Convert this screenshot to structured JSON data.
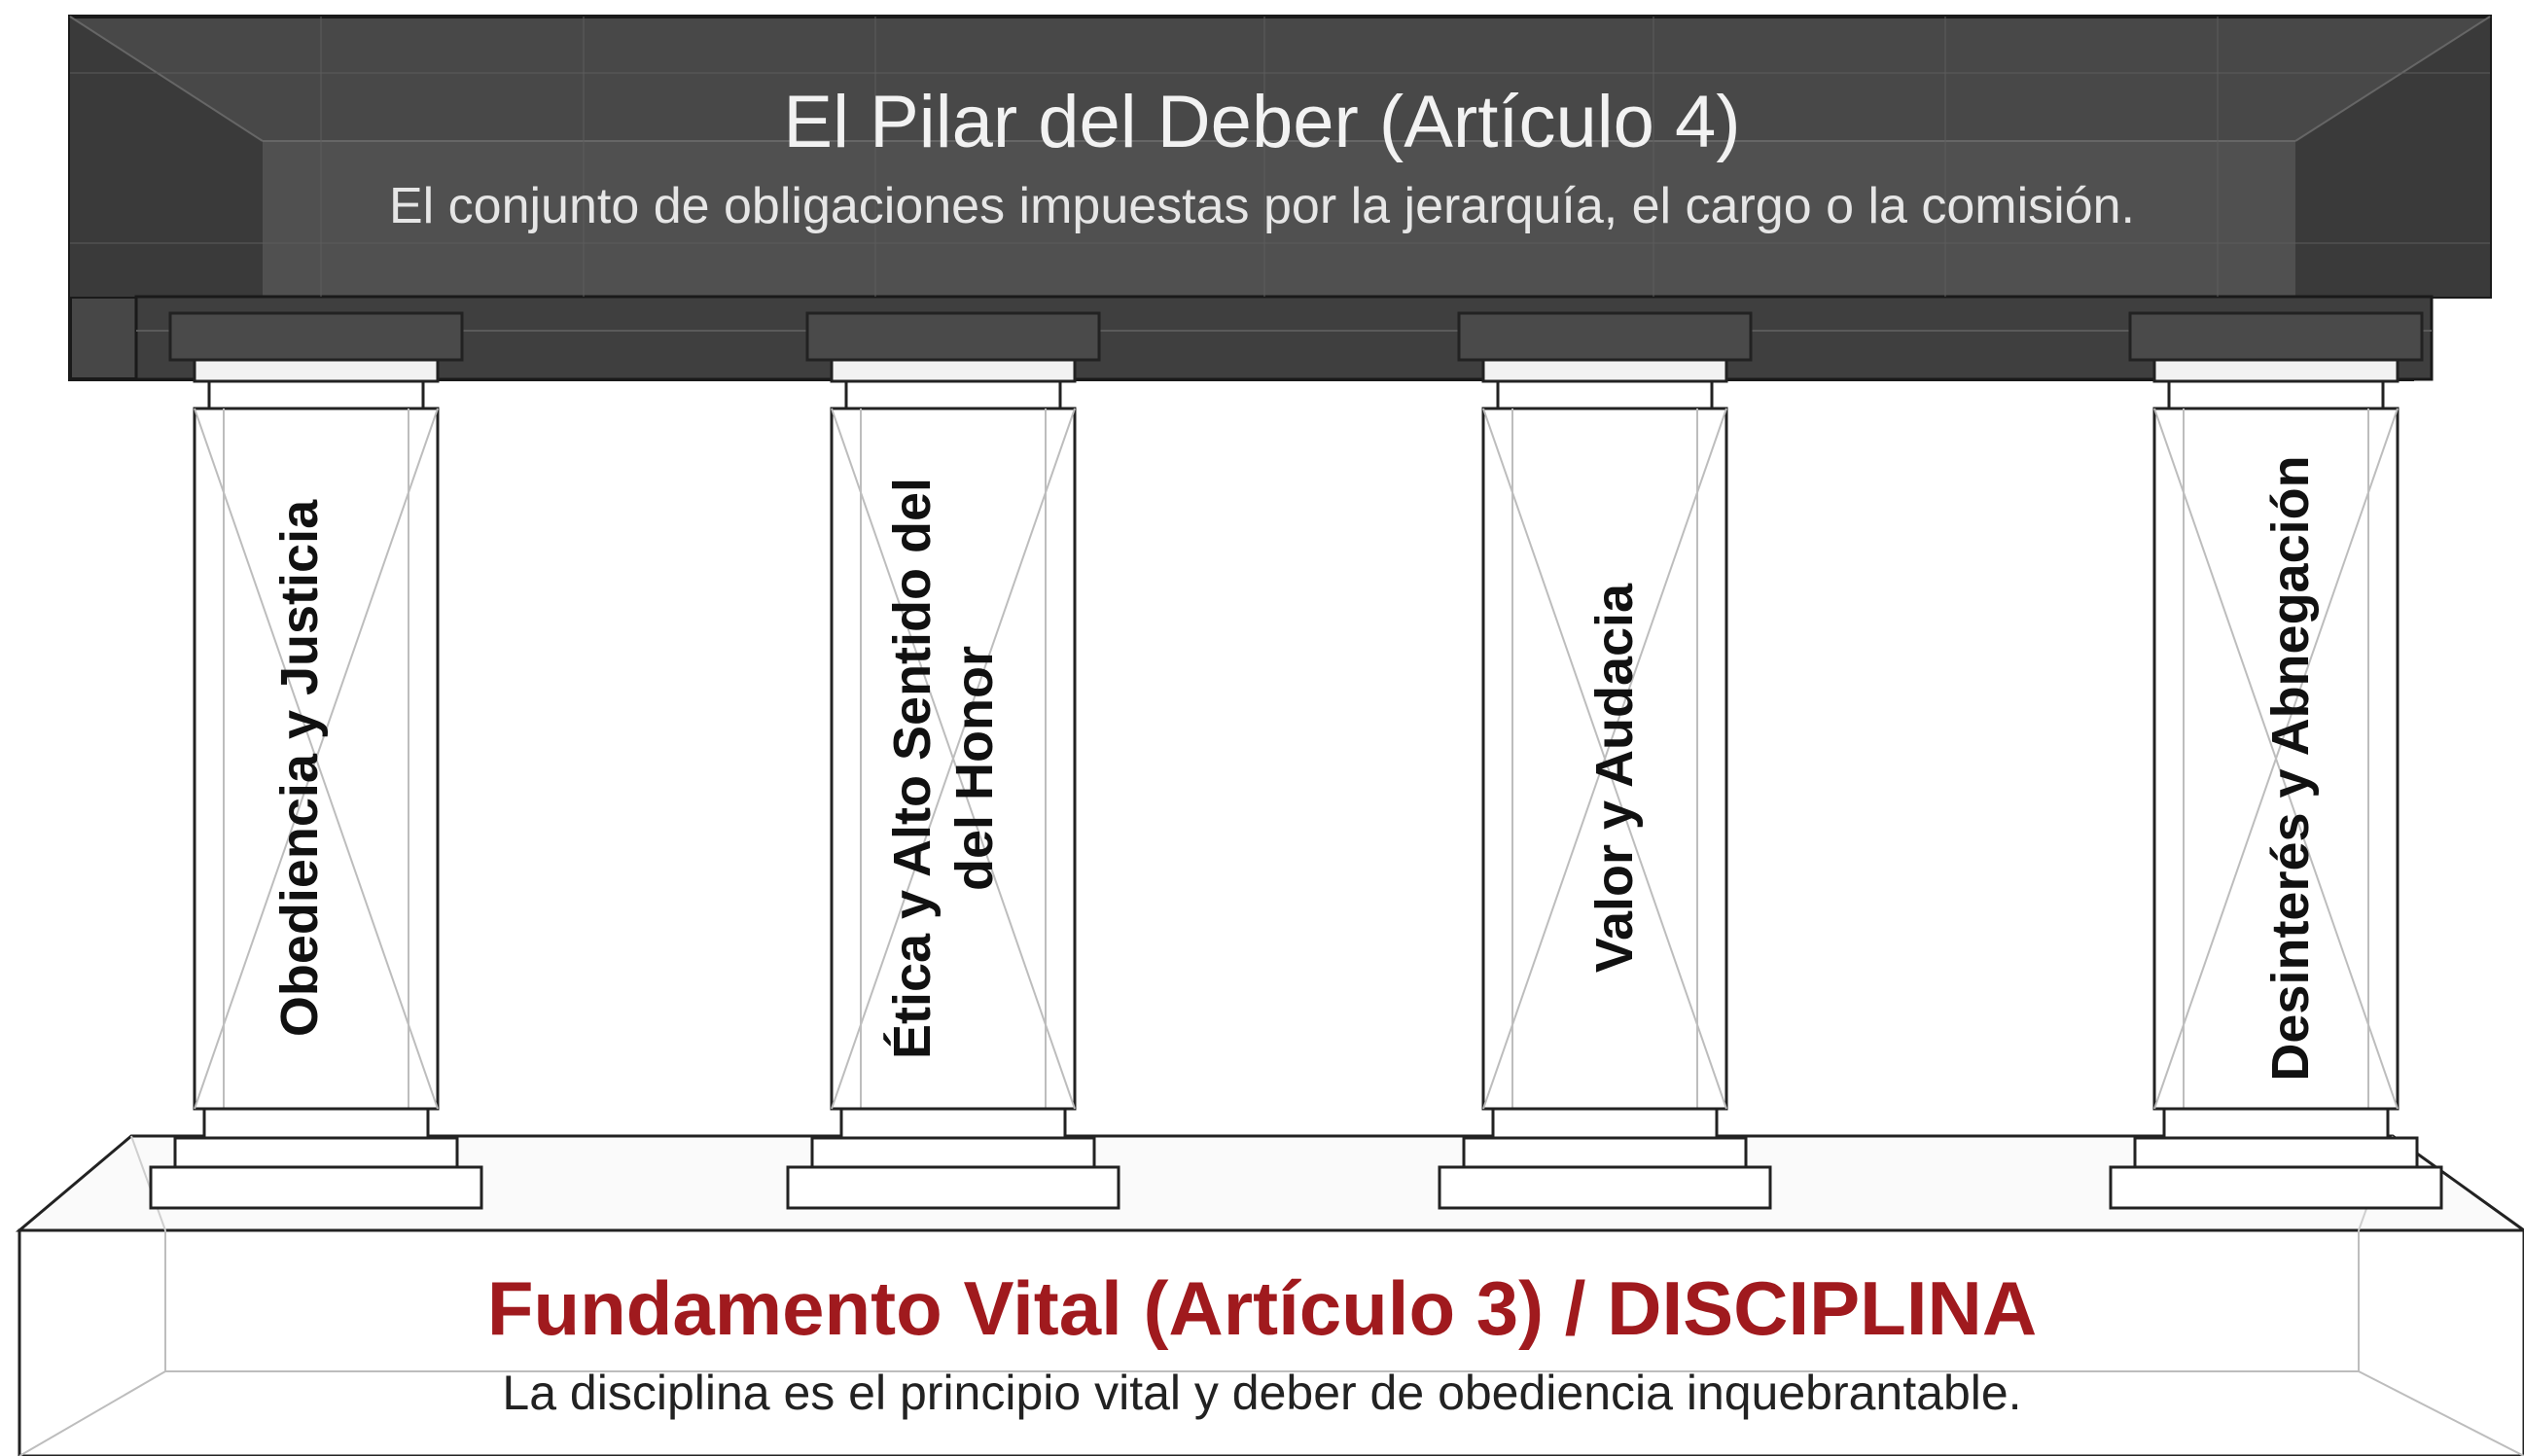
{
  "header": {
    "title": "El Pilar del Deber (Artículo 4)",
    "subtitle": "El conjunto de obligaciones impuestas por la jerarquía, el cargo o la comisión."
  },
  "pillars": [
    {
      "label": "Obediencia y Justicia"
    },
    {
      "label": "Ética y Alto Sentido del del Honor"
    },
    {
      "label": "Valor y Audacia"
    },
    {
      "label": "Desinterés y Abnegación"
    }
  ],
  "base": {
    "title": "Fundamento Vital (Artículo 3) / DISCIPLINA",
    "subtitle": "La disciplina es el principio vital y deber de obediencia inquebrantable."
  },
  "colors": {
    "beam": "#444444",
    "beam_text": "#f2f2f2",
    "accent": "#a01a1e",
    "line": "#222222",
    "wire": "#bdbdbd"
  }
}
